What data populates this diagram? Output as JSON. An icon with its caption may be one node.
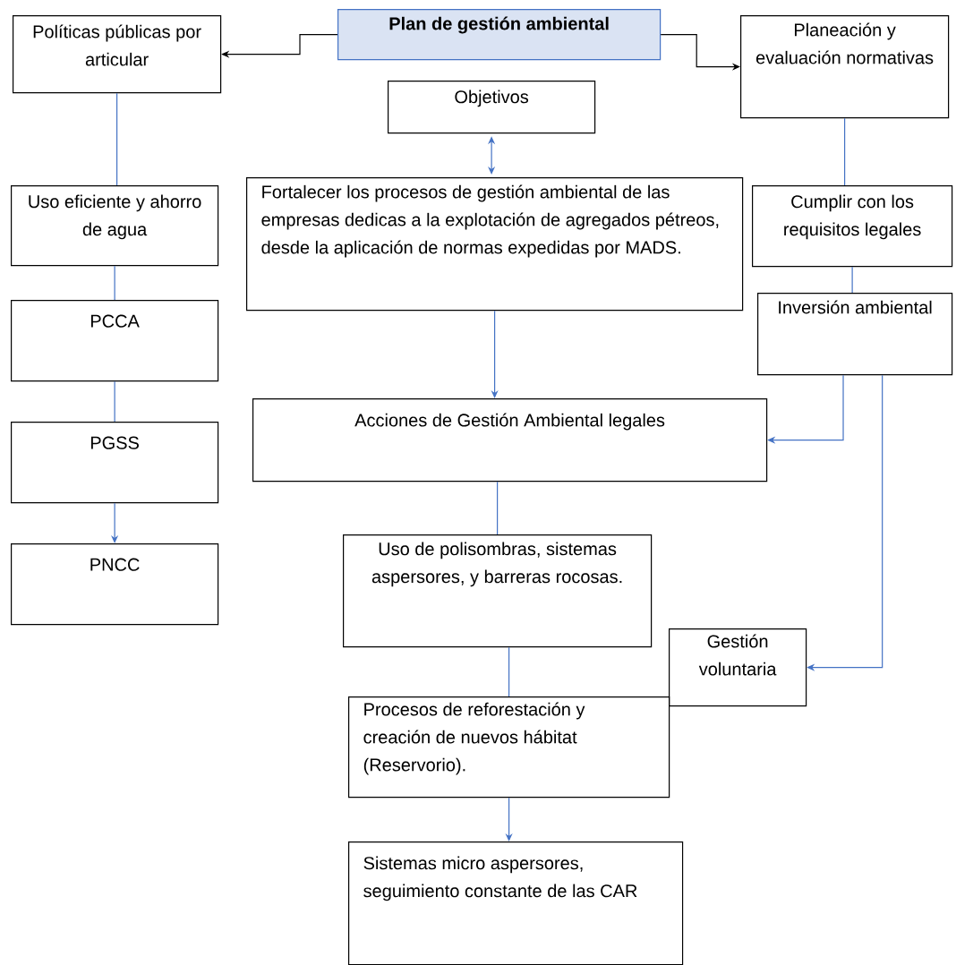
{
  "diagram": {
    "nodes": [
      {
        "text": [
          "Plan de gestión ambiental"
        ]
      },
      {
        "text": [
          "Políticas públicas por articular"
        ]
      },
      {
        "text": [
          "Planeación y evaluación normativas"
        ]
      },
      {
        "text": [
          "Objetivos"
        ]
      },
      {
        "text": [
          "Uso eficiente y ahorro de agua"
        ]
      },
      {
        "text": [
          "Fortalecer los procesos de gestión ambiental de las empresas dedicas a la explotación de agregados pétreos, desde la aplicación de normas expedidas por MADS."
        ]
      },
      {
        "text": [
          "Cumplir con los requisitos legales"
        ]
      },
      {
        "text": [
          "PCCA"
        ]
      },
      {
        "text": [
          "Inversión ambiental"
        ]
      },
      {
        "text": [
          "Acciones de Gestión Ambiental legales"
        ]
      },
      {
        "text": [
          "PGSS"
        ]
      },
      {
        "text": [
          "PNCC"
        ]
      },
      {
        "text": [
          "Uso de polisombras, sistemas aspersores, y barreras rocosas."
        ]
      },
      {
        "text": [
          "Gestión voluntaria"
        ]
      },
      {
        "text": [
          "Procesos de reforestación y creación de nuevos hábitat (Reservorio)."
        ]
      },
      {
        "text": [
          "Sistemas micro aspersores, seguimiento constante de las CAR"
        ]
      }
    ],
    "edges": [
      {
        "from": 0,
        "to": 1,
        "arrow": "to",
        "color": "#000000"
      },
      {
        "from": 0,
        "to": 2,
        "arrow": "to",
        "color": "#000000"
      },
      {
        "from": 3,
        "to": 5,
        "arrow": "both"
      },
      {
        "from": 1,
        "to": 4,
        "arrow": "none"
      },
      {
        "from": 4,
        "to": 7,
        "arrow": "none"
      },
      {
        "from": 7,
        "to": 10,
        "arrow": "none"
      },
      {
        "from": 10,
        "to": 11,
        "arrow": "to"
      },
      {
        "from": 2,
        "to": 6,
        "arrow": "none"
      },
      {
        "from": 6,
        "to": 8,
        "arrow": "none"
      },
      {
        "from": 5,
        "to": 9,
        "arrow": "to"
      },
      {
        "from": 8,
        "to": 9,
        "arrow": "to"
      },
      {
        "from": 8,
        "to": 13,
        "arrow": "to"
      },
      {
        "from": 9,
        "to": 12,
        "arrow": "none"
      },
      {
        "from": 12,
        "to": 14,
        "arrow": "none"
      },
      {
        "from": 14,
        "to": 15,
        "arrow": "to"
      }
    ]
  }
}
